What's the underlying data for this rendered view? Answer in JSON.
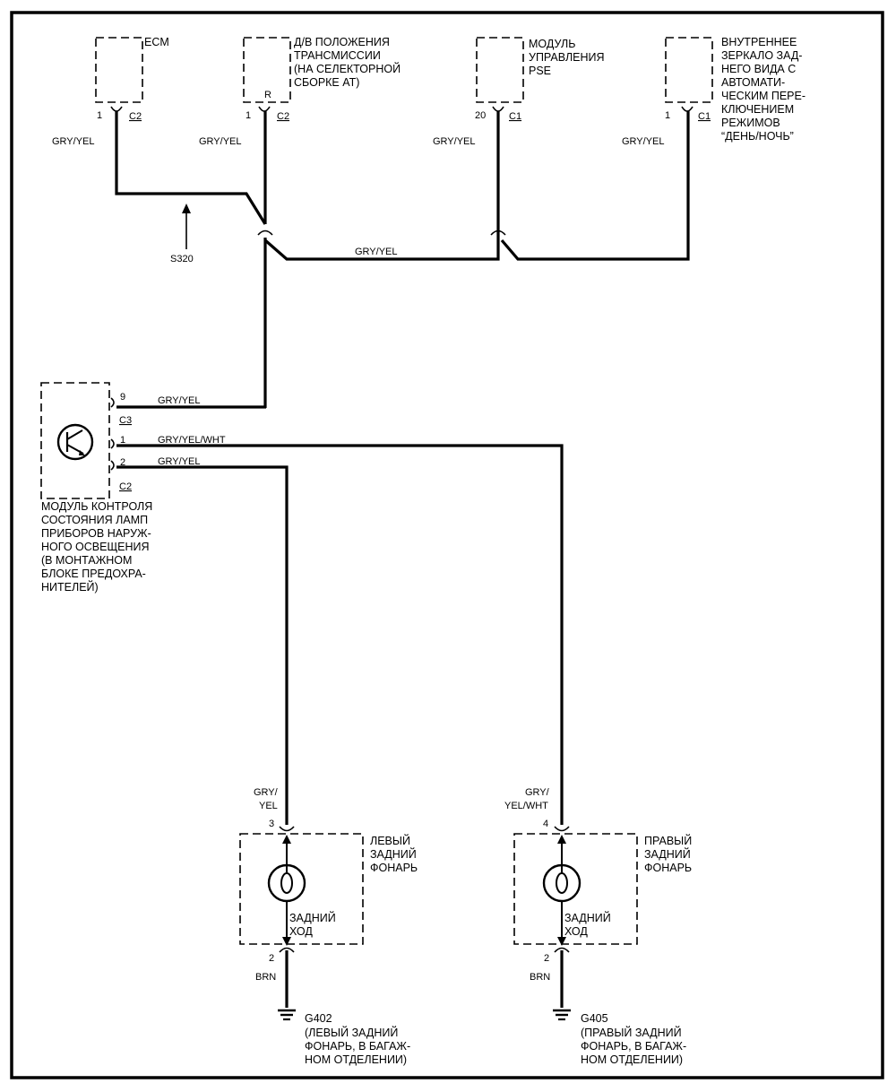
{
  "components": {
    "ecm": {
      "lines": [
        "ECM"
      ]
    },
    "tr_sensor": {
      "lines": [
        "Д/В ПОЛОЖЕНИЯ",
        "ТРАНСМИССИИ",
        "(НА СЕЛЕКТОРНОЙ",
        "СБОРКЕ АТ)"
      ],
      "inner": "R"
    },
    "pse": {
      "lines": [
        "МОДУЛЬ",
        "УПРАВЛЕНИЯ",
        "PSE"
      ]
    },
    "mirror": {
      "lines": [
        "ВНУТРЕННЕЕ",
        "ЗЕРКАЛО ЗАД-",
        "НЕГО ВИДА С",
        "АВТОМАТИ-",
        "ЧЕСКИМ ПЕРЕ-",
        "КЛЮЧЕНИЕМ",
        "РЕЖИМОВ",
        "“ДЕНЬ/НОЧЬ”"
      ]
    },
    "lamp_module": {
      "lines": [
        "МОДУЛЬ КОНТРОЛЯ",
        "СОСТОЯНИЯ ЛАМП",
        "ПРИБОРОВ НАРУЖ-",
        "НОГО ОСВЕЩЕНИЯ",
        "(В МОНТАЖНОМ",
        "БЛОКЕ ПРЕДОХРА-",
        "НИТЕЛЕЙ)"
      ]
    },
    "left_lamp": {
      "lines": [
        "ЛЕВЫЙ",
        "ЗАДНИЙ",
        "ФОНАРЬ"
      ],
      "bulb": [
        "ЗАДНИЙ",
        "ХОД"
      ]
    },
    "right_lamp": {
      "lines": [
        "ПРАВЫЙ",
        "ЗАДНИЙ",
        "ФОНАРЬ"
      ],
      "bulb": [
        "ЗАДНИЙ",
        "ХОД"
      ]
    }
  },
  "pins": {
    "ecm": {
      "pin": "1",
      "connector": "C2"
    },
    "tr_sensor": {
      "pin": "1",
      "connector": "C2"
    },
    "pse": {
      "pin": "20",
      "connector": "C1"
    },
    "mirror": {
      "pin": "1",
      "connector": "C1"
    },
    "lamp_9": {
      "pin": "9",
      "connector": "C3"
    },
    "lamp_1": {
      "pin": "1"
    },
    "lamp_2": {
      "pin": "2",
      "connector": "C2"
    },
    "left_in": "3",
    "left_out": "2",
    "right_in": "4",
    "right_out": "2"
  },
  "wires": {
    "ecm": "GRY/YEL",
    "tr_sensor": "GRY/YEL",
    "pse": "GRY/YEL",
    "mirror": "GRY/YEL",
    "bus": "GRY/YEL",
    "lamp_9": "GRY/YEL",
    "lamp_1": "GRY/YEL/WHT",
    "lamp_2": "GRY/YEL",
    "left_in": [
      "GRY/",
      "YEL"
    ],
    "right_in": [
      "GRY/",
      "YEL/WHT"
    ],
    "left_out": "BRN",
    "right_out": "BRN"
  },
  "splice": "S320",
  "grounds": {
    "left": {
      "id": "G402",
      "lines": [
        "(ЛЕВЫЙ ЗАДНИЙ",
        "ФОНАРЬ, В БАГАЖ-",
        "НОМ ОТДЕЛЕНИИ)"
      ]
    },
    "right": {
      "id": "G405",
      "lines": [
        "(ПРАВЫЙ ЗАДНИЙ",
        "ФОНАРЬ, В БАГАЖ-",
        "НОМ ОТДЕЛЕНИИ)"
      ]
    }
  }
}
